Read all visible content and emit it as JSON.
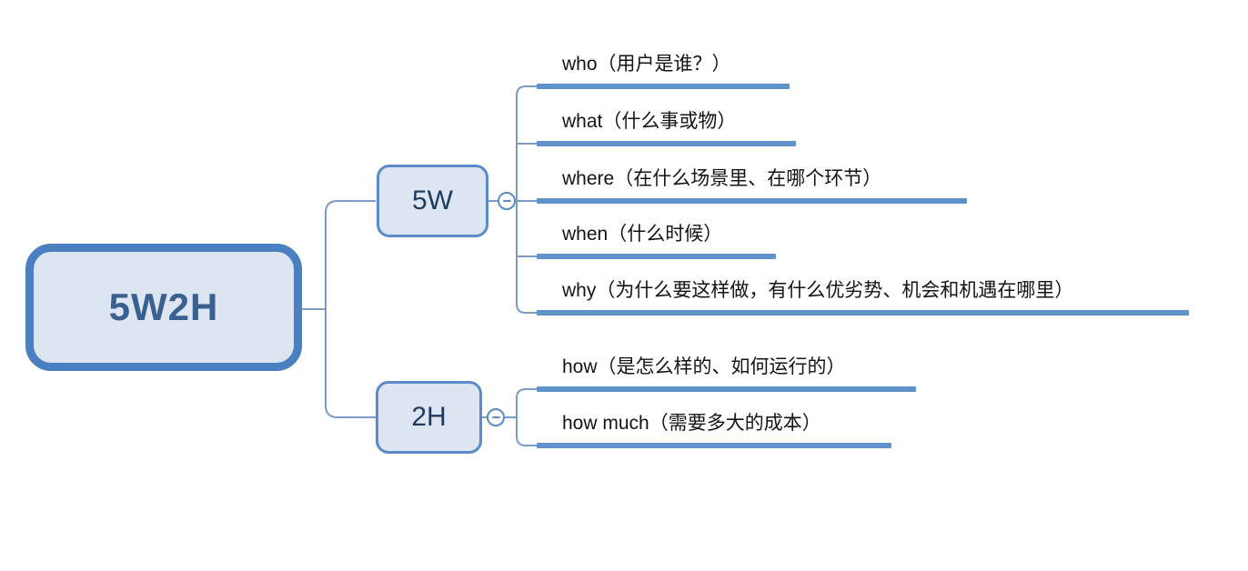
{
  "diagram": {
    "title": "5W2H mind map",
    "root": {
      "label": "5W2H"
    },
    "branches": [
      {
        "label": "5W",
        "collapse_icon": "minus-circle",
        "children": [
          {
            "label": "who（用户是谁？）"
          },
          {
            "label": "what（什么事或物）"
          },
          {
            "label": "where（在什么场景里、在哪个环节）"
          },
          {
            "label": "when（什么时候）"
          },
          {
            "label": "why（为什么要这样做，有什么优劣势、机会和机遇在哪里）"
          }
        ]
      },
      {
        "label": "2H",
        "collapse_icon": "minus-circle",
        "children": [
          {
            "label": "how（是怎么样的、如何运行的）"
          },
          {
            "label": "how much（需要多大的成本）"
          }
        ]
      }
    ],
    "colors": {
      "root_border": "#4a7fc1",
      "node_fill": "#dce5f1",
      "branch_border": "#5a8ac8",
      "underline": "#6191ca",
      "connector": "#7b9bc8",
      "root_text": "#3a608f",
      "branch_text": "#1d3a5f",
      "leaf_text": "#141414",
      "background": "#ffffff"
    }
  }
}
